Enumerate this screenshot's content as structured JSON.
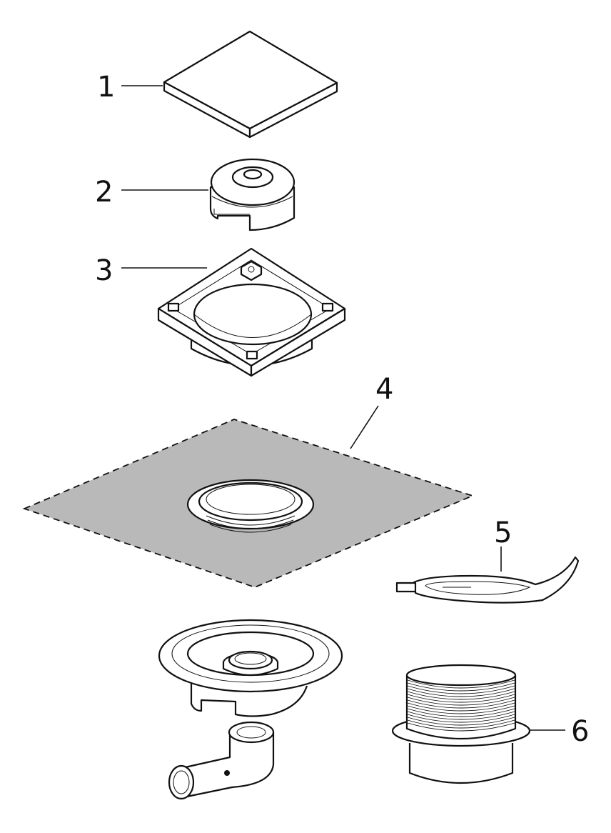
{
  "labels": {
    "part1": "1",
    "part2": "2",
    "part3": "3",
    "part4": "4",
    "part5": "5",
    "part6": "6"
  },
  "colors": {
    "line": "#111111",
    "membrane": "#b9b9b9",
    "background": "#ffffff"
  }
}
